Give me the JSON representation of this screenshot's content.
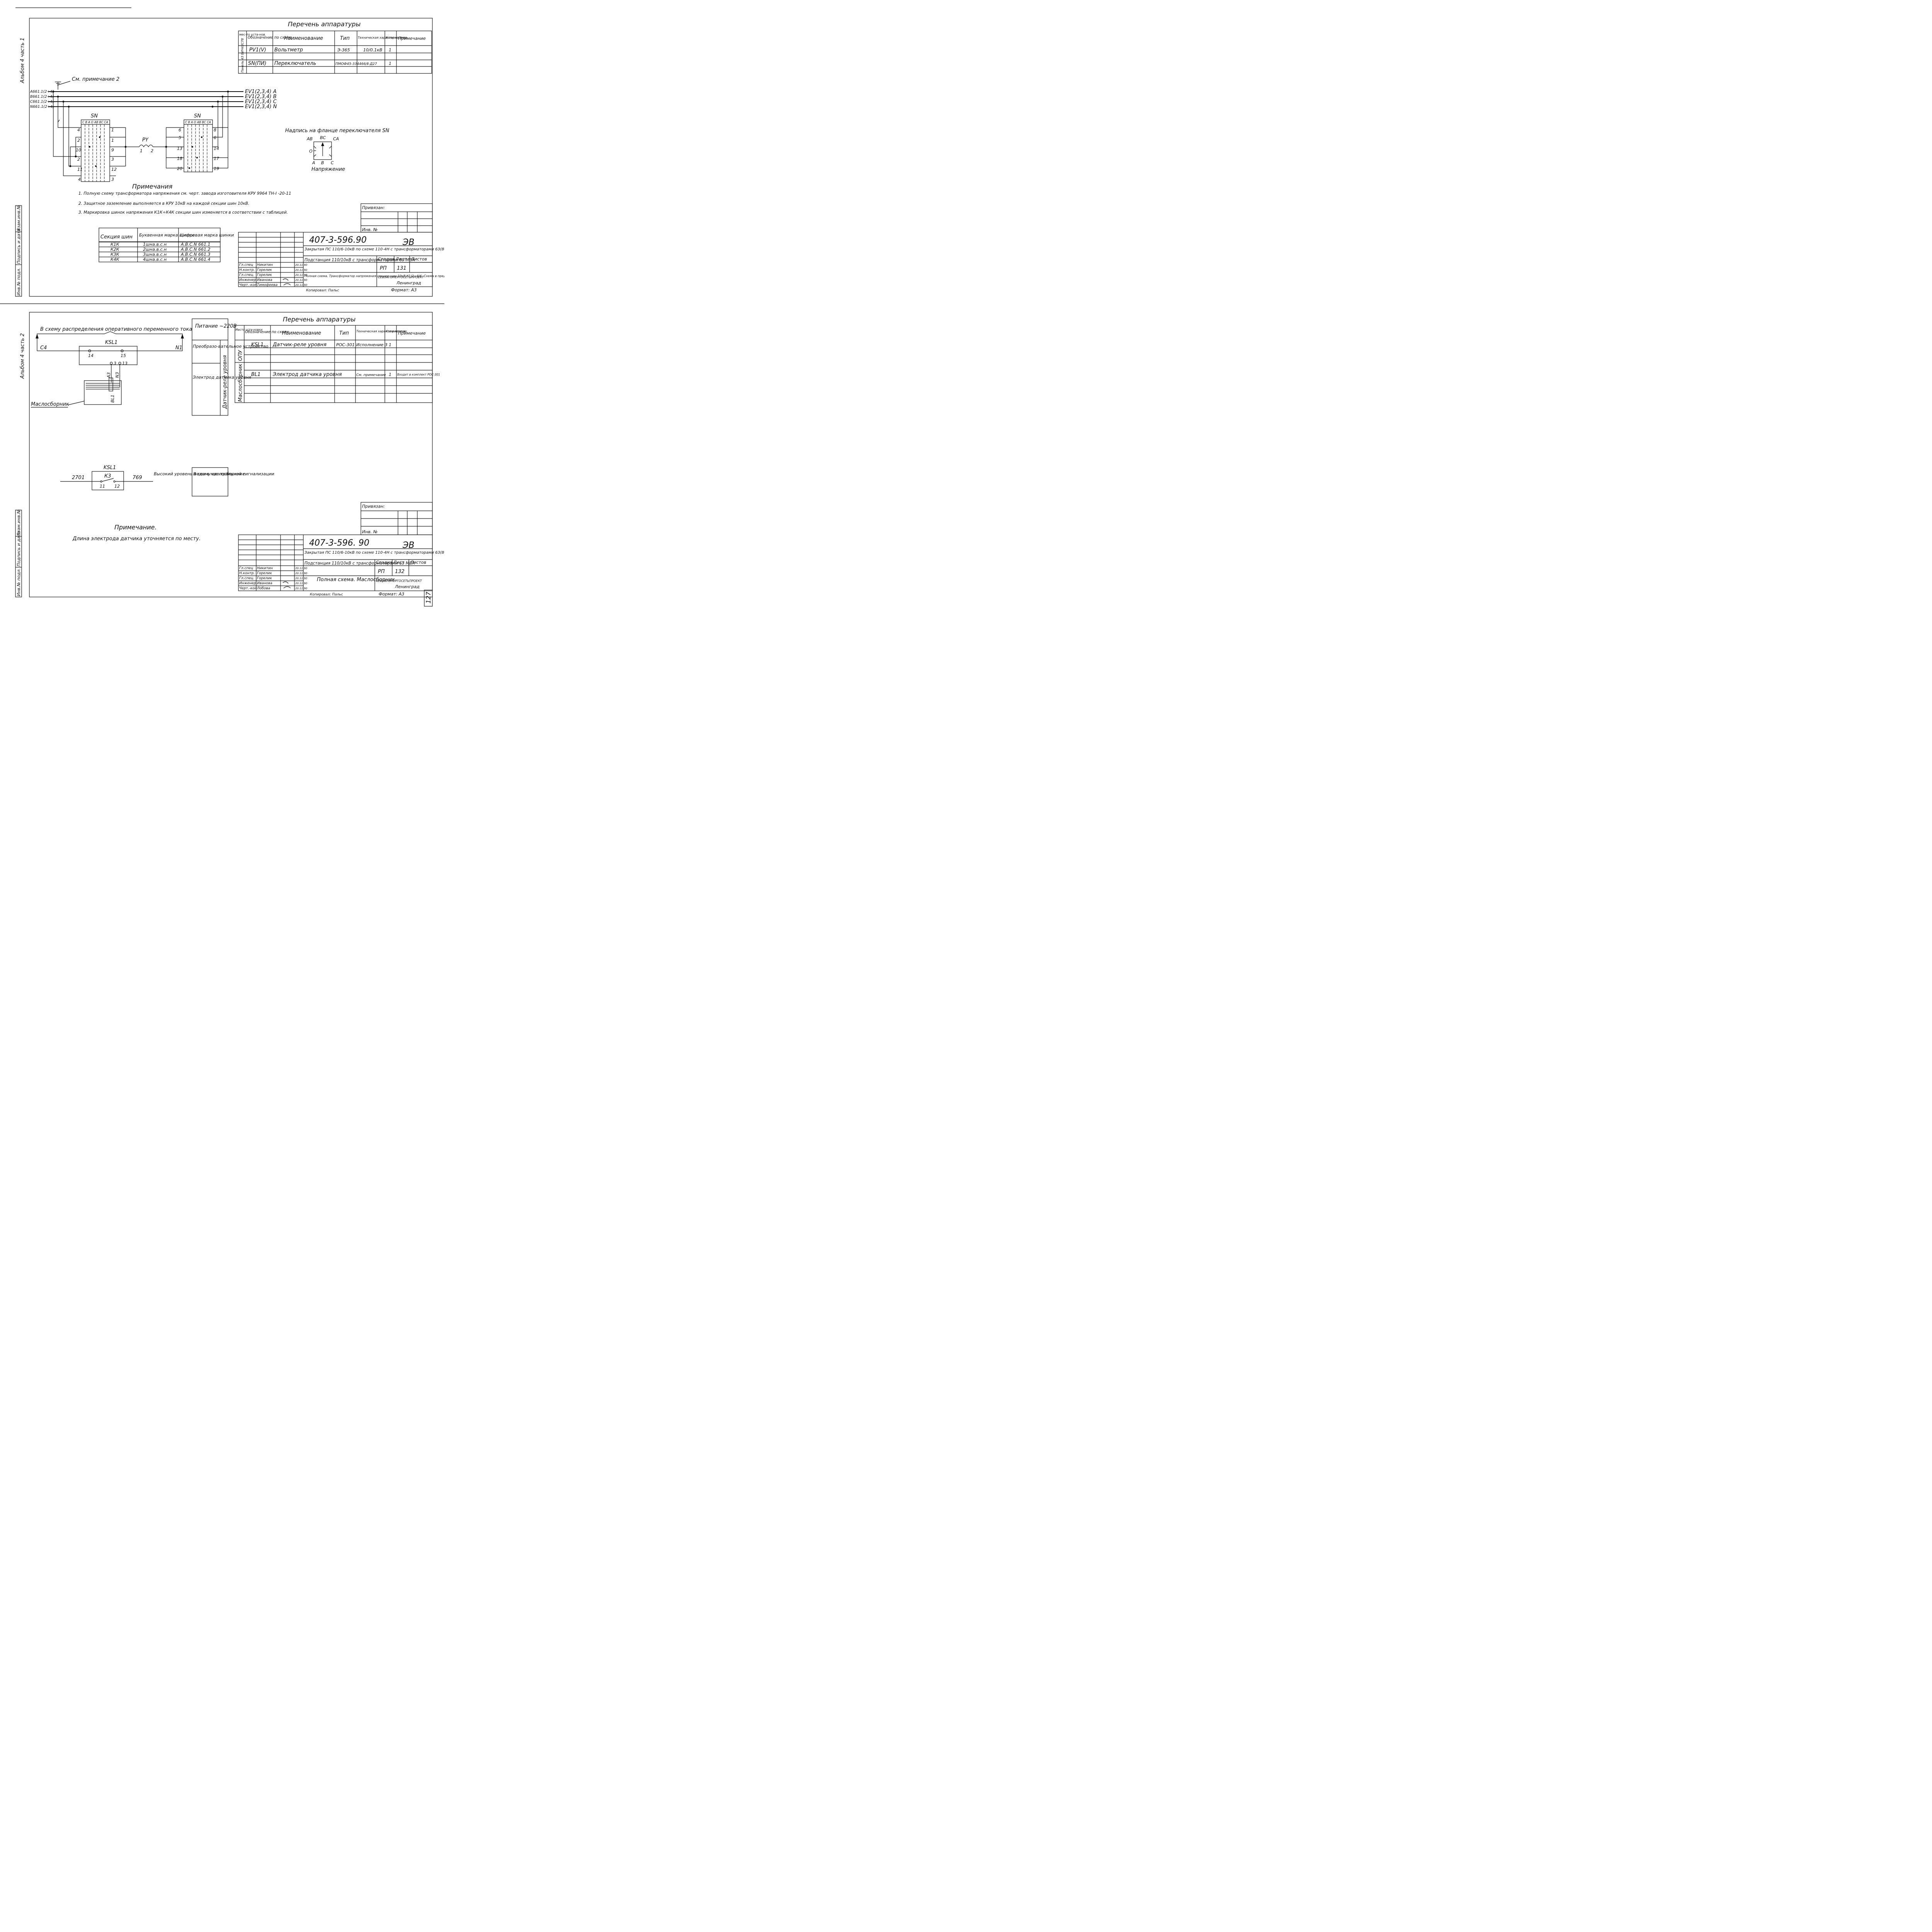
{
  "sheet1": {
    "side_label": "Альбом 4 часть 1",
    "app_list": {
      "title": "Перечень аппаратуры",
      "headers": [
        "мес-то уста-нов.",
        "Обозначение по схеме",
        "Наименование",
        "Тип",
        "Техническая характерис-тика",
        "Коли-чест-во",
        "Примечание"
      ],
      "group": "Панель 43 БИЧ43С78",
      "rows": [
        {
          "code": "PV1(V)",
          "name": "Вольтметр",
          "type": "Э-365",
          "spec": "10/0.1кВ",
          "qty": "1",
          "note": ""
        },
        {
          "code": "SN(ПИ)",
          "name": "Переключатель",
          "type": "ПМОФ45-334466/Ⅱ-Д27",
          "spec": "",
          "qty": "1",
          "note": ""
        }
      ]
    },
    "ground_note": "См. примечание 2",
    "buses": [
      "А661.1(2÷4)",
      "В661.1(2÷4)",
      "С661.1(2÷4)",
      "N661.1(2÷4)"
    ],
    "ev_labels": [
      "EV1(2,3,4) A",
      "EV1(2,3,4) B",
      "EV1(2,3,4) C",
      "EV1(2,3,4) N"
    ],
    "switch_label": "SN",
    "switch_header": "C B A O AB BC CA",
    "left_switch_in": [
      "4",
      "2",
      "10",
      "2",
      "11",
      "4"
    ],
    "left_switch_out": [
      "1",
      "1",
      "9",
      "3",
      "12",
      "3"
    ],
    "right_switch_in": [
      "6",
      "5",
      "13",
      "18",
      "20"
    ],
    "right_switch_out": [
      "8",
      "6",
      "14",
      "17",
      "19"
    ],
    "coil": {
      "label": "PY",
      "pin1": "1",
      "pin2": "2"
    },
    "flange": {
      "title": "Надпись на фланце переключателя SN",
      "top": [
        "AB",
        "BC",
        "CA"
      ],
      "left": "O",
      "bottom": [
        "A",
        "B",
        "C"
      ],
      "caption": "Напряжение"
    },
    "notes_title": "Примечания",
    "notes": [
      "1. Полную схему трансформатора напряжения см. черт. завода изготовителя КРУ 9964 ТН-I -20-11",
      "2. Защитное заземление выполняется в КРУ 10кВ на каждой секции шин 10кВ.",
      "3. Маркировка шинок напряжения К1К÷К4К секции шин изменяется в соответствии с таблицей."
    ],
    "marking_table": {
      "headers": [
        "Секция шин",
        "Буквенная марка шинки",
        "Цифровая марка шинки"
      ],
      "rows": [
        [
          "К1К",
          "1шна.в.с.н",
          "А.В.С.N 661.1"
        ],
        [
          "К2К",
          "2шна.в.с.н",
          "А.В.С.N 661.2"
        ],
        [
          "К3К",
          "3шна.в.с.н",
          "А.В.С.N 661.3"
        ],
        [
          "К4К",
          "4шна.в.с.н",
          "А.В.С.N 661.4"
        ]
      ]
    },
    "privyazan": "Привязан:",
    "inv": "Инв. №",
    "stamp": {
      "doc": "407-3-596.90",
      "mark": "ЭВ",
      "project": "Закрытая ПС 110/6-10кВ по схеме 110-4Н с трансформаторами 63(80)МВА в сборном железобетоне",
      "object": "Подстанция 110/10кВ с трансформаторами 63 МВА",
      "stage_h": "Стадия",
      "sheet_h": "Лист",
      "sheets_h": "Листов",
      "stage": "РП",
      "sheet": "131",
      "sheet_title": "Полная схема. Трансформатор напряжения секции шин 10кВ К1(2÷4)К. Схема в пределах панели управления",
      "org": "СЕВЗАПЭНЕРГОСЕТЬПРОЕКТ",
      "city": "Ленинград",
      "people": [
        [
          "Гл.спец",
          "Никитин",
          "20.11.90"
        ],
        [
          "Н.контр.",
          "Горелик",
          "20.11.90"
        ],
        [
          "Гл.спец.",
          "Горелик",
          "20.11.90"
        ],
        [
          "Инженер",
          "Иванова",
          "20.11.90"
        ],
        [
          "Черт.-кон.",
          "Тимофеева",
          "20.11.90"
        ]
      ],
      "copied": "Копировал: Пальс",
      "format": "Формат: А3"
    },
    "side_stamps": [
      "Взам.инв.№",
      "Подпись и дата",
      "Инв.№ подл."
    ]
  },
  "sheet2": {
    "side_label": "Альбом 4 часть 2",
    "ac_title": "В схему распределения оперативного переменного тока",
    "relay": "KSL1",
    "c_label": "С4",
    "n_label": "N1",
    "pins": [
      "14",
      "15",
      "3",
      "13"
    ],
    "wires": [
      "А3",
      "N3"
    ],
    "sensor": "BL1",
    "tank": "Маслосборник",
    "power_box": {
      "title": "Питание ~220В",
      "conv": "Преобразо-вательное устройство",
      "electrode": "Электрод датчика уровня",
      "side": "Датчик-реле уровня"
    },
    "app_list": {
      "title": "Перечень аппаратуры",
      "headers": [
        "Место уста-новки",
        "Обозначение по схеме",
        "Наименование",
        "Тип",
        "Техническая характе-ристика",
        "Коли-чест-во",
        "Примечание"
      ],
      "groups": [
        "ОПУ",
        "Маслосборник"
      ],
      "rows": [
        {
          "code": "KSL1",
          "name": "Датчик-реле уровня",
          "type": "РОС-301",
          "spec": "Исполнение 3",
          "qty": "1",
          "note": ""
        },
        {
          "code": "BL1",
          "name": "Электрод датчика уровня",
          "type": "",
          "spec": "См. примечание",
          "qty": "1",
          "note": "Входит в комплект РОС-301"
        }
      ]
    },
    "signal": {
      "relay": "KSL1",
      "contact": "К3",
      "left_wire": "2701",
      "right_wire": "769",
      "pin_a": "11",
      "pin_b": "12",
      "text": "Высокий уровень воды в маслосборнике",
      "dest": "В схему центральной сигнализации"
    },
    "notes_title": "Примечание.",
    "note": "Длина электрода датчика уточняется по месту.",
    "privyazan": "Привязан:",
    "inv": "Инв. №",
    "stamp": {
      "doc": "407-3-596. 90",
      "mark": "ЭВ",
      "project": "Закрытая ПС 110/6-10кВ по схеме 110-4Н с трансформаторами 63(80)МВА в сборном железобетоне",
      "object": "Подстанция 110/10кВ с трансформаторами 63 МВА",
      "stage_h": "Стадия",
      "sheet_h": "Лист",
      "sheets_h": "Листов",
      "stage": "РП",
      "sheet": "132",
      "sheet_title": "Полная схема. Маслосборник.",
      "org": "СЕВЗАПЭНЕРГОСЕТЬПРОЕКТ",
      "city": "Ленинград",
      "people": [
        [
          "Гл.спец",
          "Никитин",
          "20.11.90"
        ],
        [
          "Н.контр.",
          "Горелик",
          "20.11.90"
        ],
        [
          "Гл.спец.",
          "Горелик",
          "20.11.90"
        ],
        [
          "Инженер",
          "Иванова",
          "20.11.90"
        ],
        [
          "Черт.-кон.",
          "Лобова",
          "20.11.90"
        ]
      ],
      "copied": "Копировал: Пальс",
      "format": "Формат: А3"
    },
    "side_stamps": [
      "Взам.инв.№",
      "Подпись и дата",
      "Инв.№ подл."
    ]
  },
  "page_number": "127"
}
